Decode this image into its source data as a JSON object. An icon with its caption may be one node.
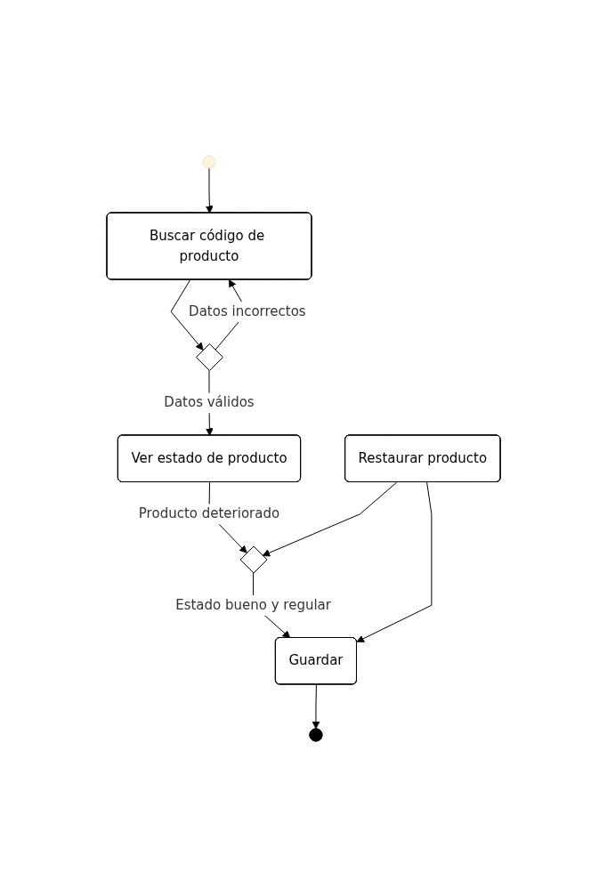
{
  "diagram": {
    "nodes": [
      {
        "text": [],
        "shape": "circle"
      },
      {
        "text": [
          "Buscar código de producto"
        ]
      },
      {
        "text": [],
        "shape": "diamond"
      },
      {
        "text": [
          "Ver estado de producto"
        ]
      },
      {
        "text": [],
        "shape": "diamond"
      },
      {
        "text": [
          "Restaurar producto"
        ]
      },
      {
        "text": [
          "Guardar"
        ]
      },
      {
        "text": [],
        "shape": "bullseye"
      }
    ],
    "edges": [
      {
        "from": 0,
        "to": 1,
        "arrow": "to"
      },
      {
        "from": 1,
        "to": 2,
        "arrow": "to"
      },
      {
        "from": 2,
        "to": 1,
        "arrow": "to",
        "label": "Datos incorrectos"
      },
      {
        "from": 2,
        "to": 3,
        "arrow": "to",
        "label": "Datos válidos"
      },
      {
        "from": 3,
        "to": 4,
        "arrow": "to",
        "label": "Producto deteriorado"
      },
      {
        "from": 5,
        "to": 4,
        "arrow": "to"
      },
      {
        "from": 4,
        "to": 6,
        "arrow": "to",
        "label": "Estado bueno y regular"
      },
      {
        "from": 5,
        "to": 6,
        "arrow": "to"
      },
      {
        "from": 6,
        "to": 7,
        "arrow": "to"
      }
    ]
  }
}
